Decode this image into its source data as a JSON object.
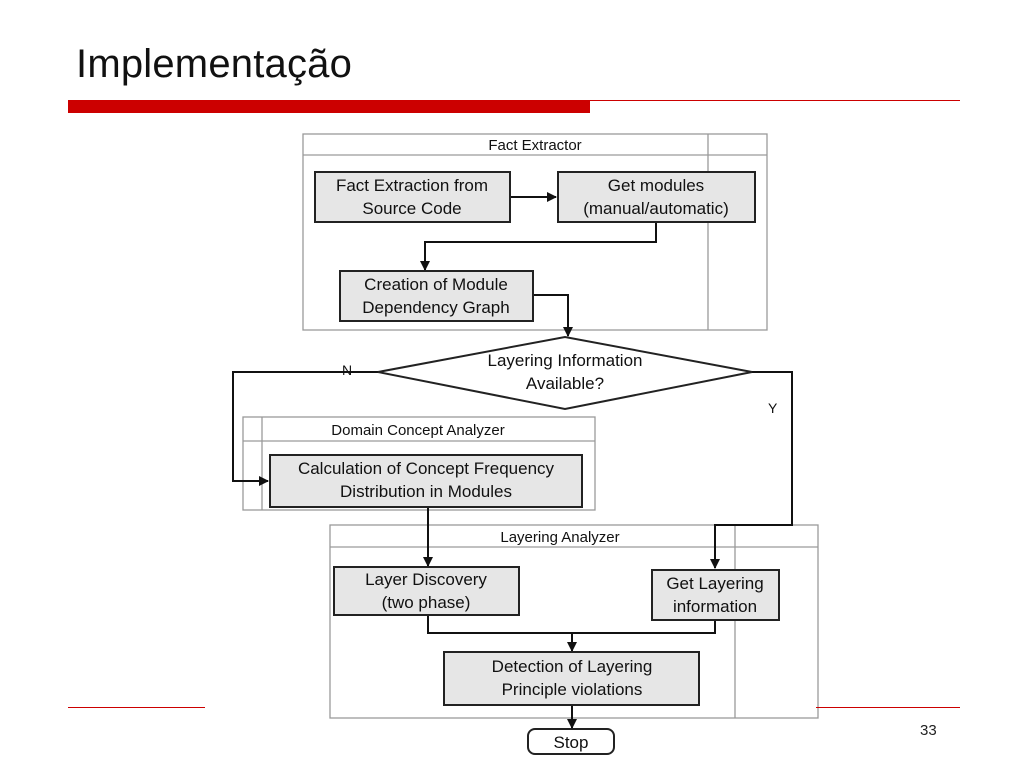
{
  "slide": {
    "title": "Implementação",
    "page_number": "33"
  },
  "diagram": {
    "frames": {
      "fact_extractor": "Fact Extractor",
      "domain_concept_analyzer": "Domain Concept Analyzer",
      "layering_analyzer": "Layering Analyzer"
    },
    "nodes": {
      "fact_extraction": [
        "Fact Extraction from",
        "Source Code"
      ],
      "get_modules": [
        "Get modules",
        "(manual/automatic)"
      ],
      "creation_mdg": [
        "Creation of Module",
        "Dependency Graph"
      ],
      "layering_info_decision": [
        "Layering Information",
        "Available?"
      ],
      "concept_frequency": [
        "Calculation of Concept Frequency",
        "Distribution in Modules"
      ],
      "layer_discovery": [
        "Layer Discovery",
        "(two phase)"
      ],
      "get_layering_info": [
        "Get Layering",
        "information"
      ],
      "detection_violations": [
        "Detection of  Layering",
        "Principle violations"
      ],
      "stop": "Stop"
    },
    "edge_labels": {
      "no": "N",
      "yes": "Y"
    }
  }
}
